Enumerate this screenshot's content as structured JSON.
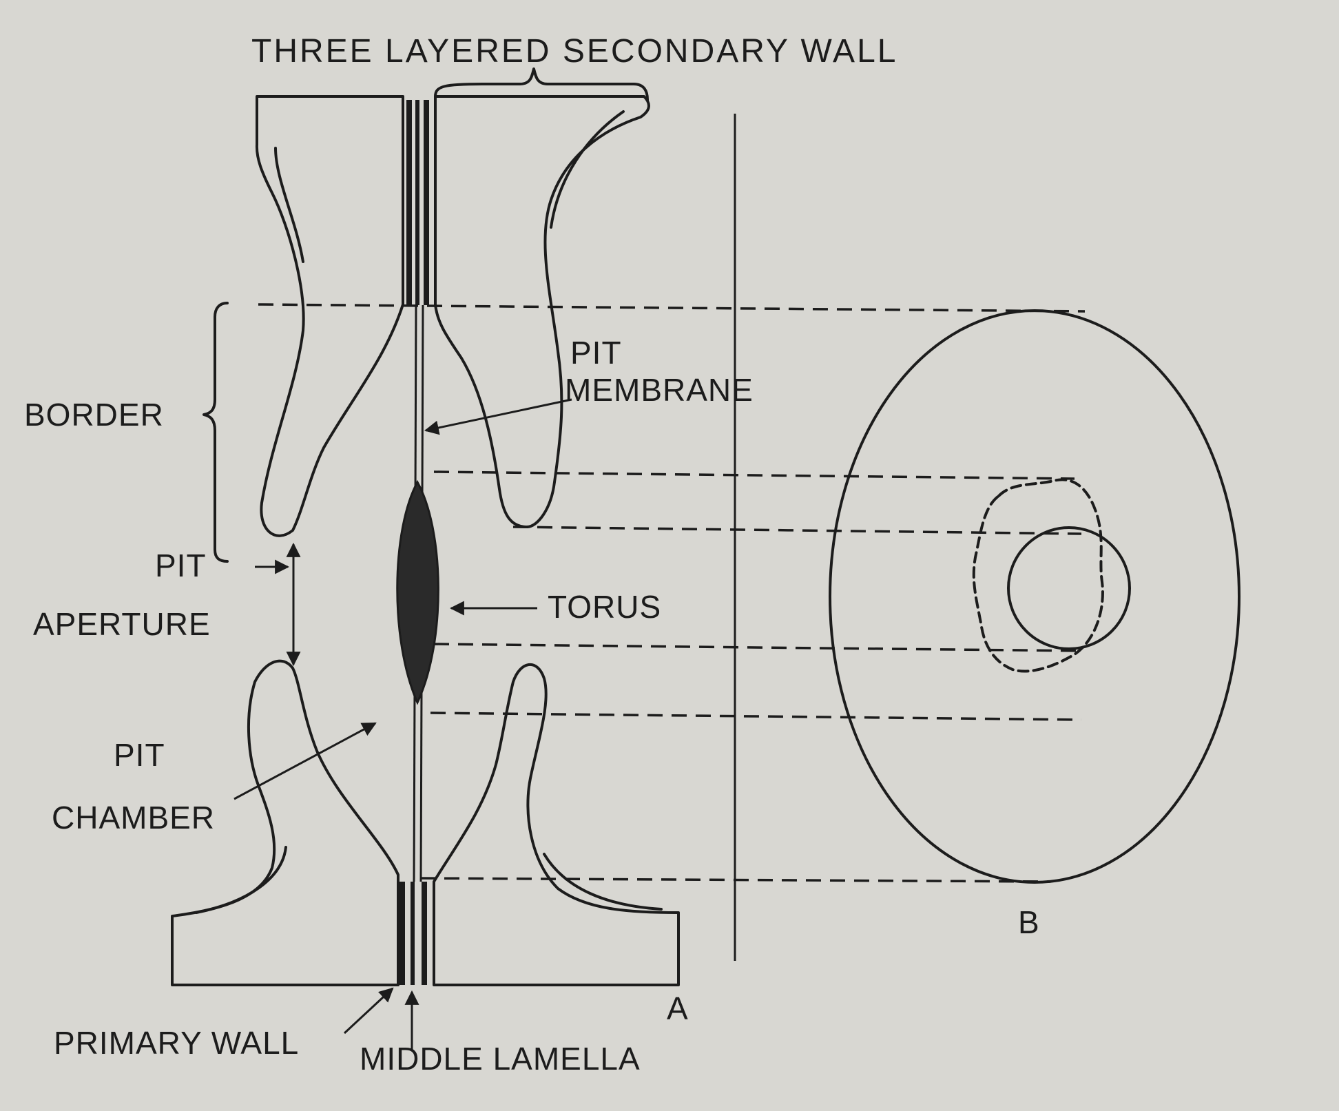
{
  "labels": {
    "title": "THREE LAYERED SECONDARY WALL",
    "pit_membrane_line1": "PIT",
    "pit_membrane_line2": "MEMBRANE",
    "border": "BORDER",
    "pit_aperture_line1": "PIT",
    "pit_aperture_line2": "APERTURE",
    "torus": "TORUS",
    "pit_chamber_line1": "PIT",
    "pit_chamber_line2": "CHAMBER",
    "primary_wall": "PRIMARY WALL",
    "middle_lamella": "MIDDLE LAMELLA",
    "panel_a": "A",
    "panel_b": "B"
  },
  "colors": {
    "paper": "#d8d7d2",
    "ink": "#1c1c1c",
    "stipple": "#b9b8b2",
    "torus": "#2a2a2a"
  }
}
